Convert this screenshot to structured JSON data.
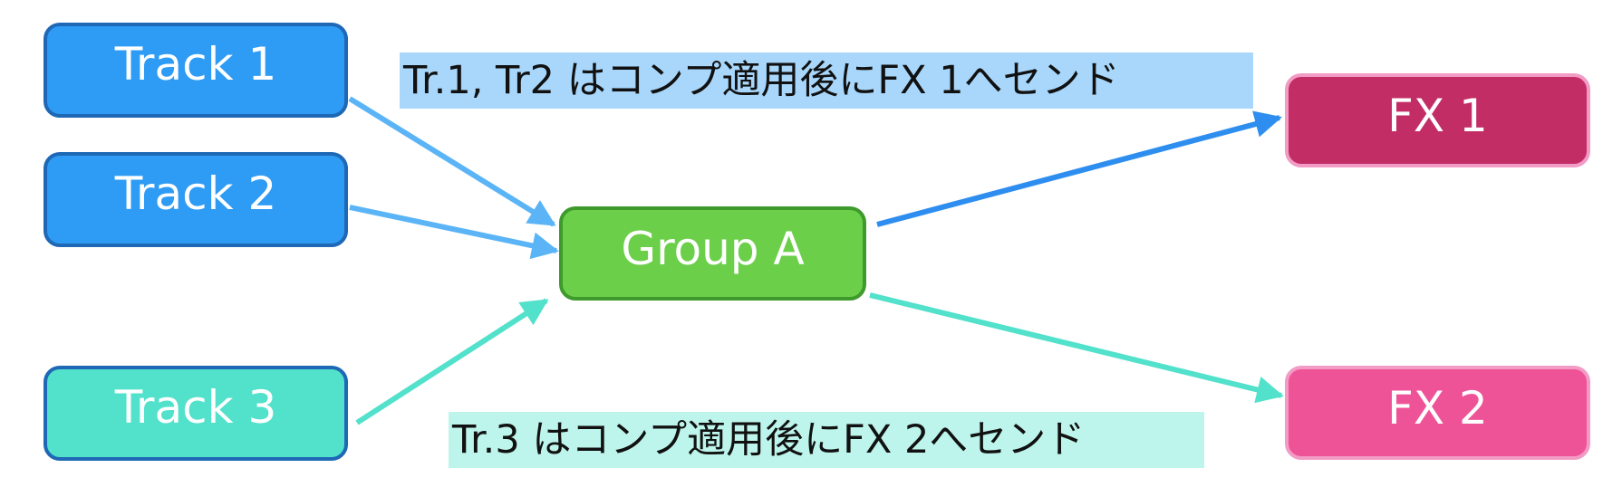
{
  "nodes": {
    "track1": "Track 1",
    "track2": "Track 2",
    "track3": "Track 3",
    "group_a": "Group A",
    "fx1": "FX 1",
    "fx2": "FX 2"
  },
  "labels": {
    "top": "Tr.1, Tr2 はコンプ適用後にFX 1へセンド",
    "bottom": "Tr.3 はコンプ適用後にFX 2へセンド"
  },
  "colors": {
    "track_blue": "#2e9bf5",
    "track_teal": "#52e1cb",
    "group_green": "#6ccf4a",
    "fx1_crimson": "#c22d66",
    "fx2_pink": "#ef5397",
    "arrow_light_blue": "#5ab4f6",
    "arrow_blue": "#2e8ef0",
    "arrow_teal": "#52e1cb",
    "label_top_bg": "#a8d7fb",
    "label_bottom_bg": "#bdf5ec"
  },
  "edges": [
    {
      "from": "Track 1",
      "to": "Group A"
    },
    {
      "from": "Track 2",
      "to": "Group A"
    },
    {
      "from": "Track 3",
      "to": "Group A"
    },
    {
      "from": "Group A",
      "to": "FX 1"
    },
    {
      "from": "Group A",
      "to": "FX 2"
    }
  ]
}
